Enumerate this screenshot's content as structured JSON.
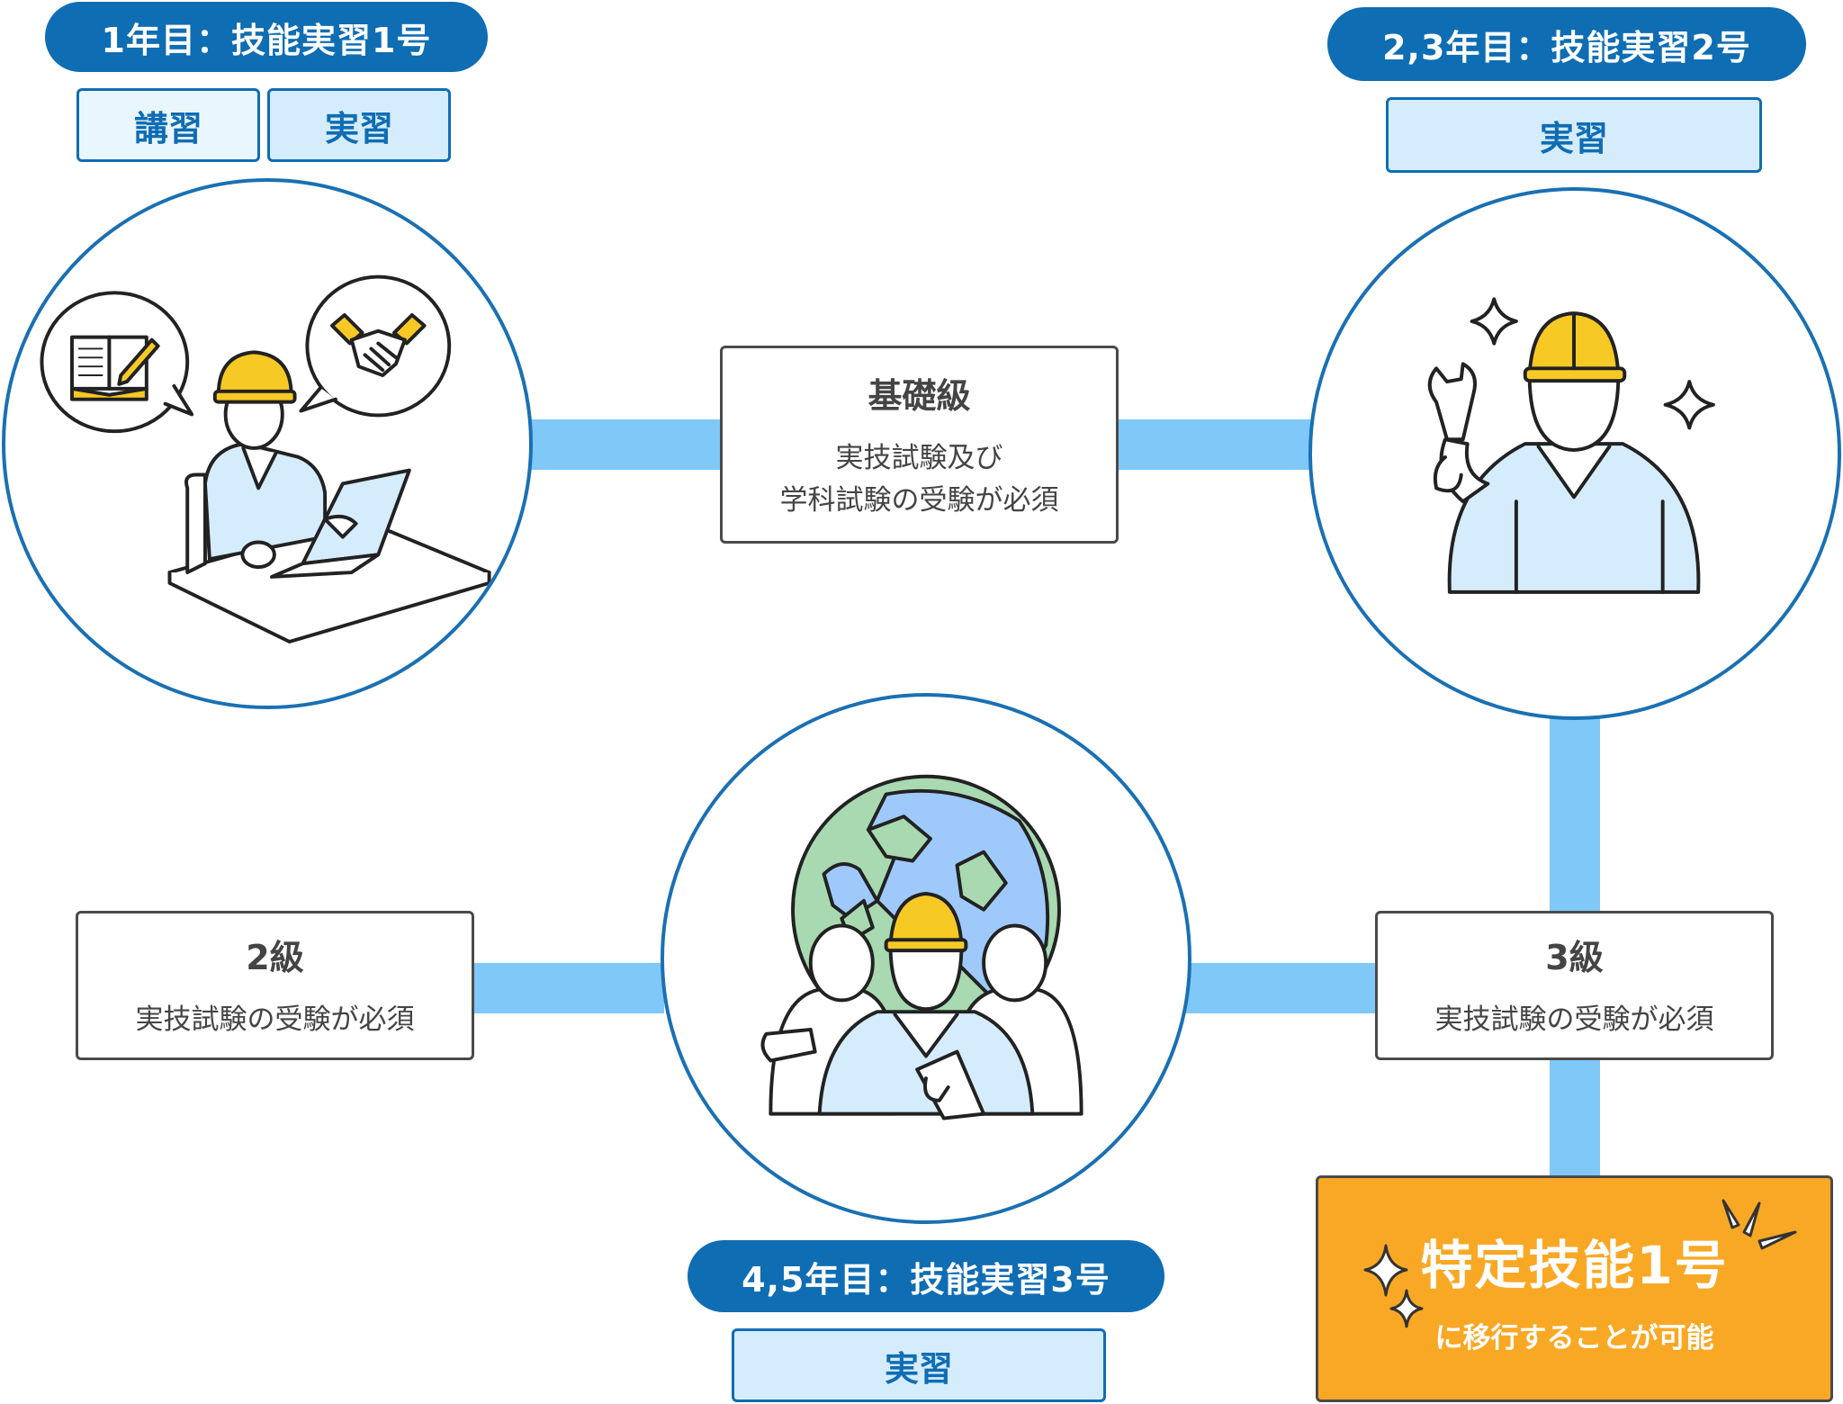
{
  "year1": {
    "title": "1年目：技能実習1号",
    "tags": [
      "講習",
      "実習"
    ]
  },
  "year23": {
    "title": "2,3年目：技能実習2号",
    "tag": "実習"
  },
  "year45": {
    "title": "4,5年目：技能実習3号",
    "tag": "実習"
  },
  "exam_basic": {
    "title": "基礎級",
    "desc": [
      "実技試験及び",
      "学科試験の受験が必須"
    ]
  },
  "exam_3": {
    "title": "3級",
    "desc": "実技試験の受験が必須"
  },
  "exam_2": {
    "title": "2級",
    "desc": "実技試験の受験が必須"
  },
  "goal": {
    "title": "特定技能1号",
    "subtitle": "に移行することが可能"
  },
  "colors": {
    "primary_blue": "#0f6db3",
    "connector_blue": "#7fc8f8",
    "tag_fill": "#d5ecfd",
    "helmet_yellow": "#f7c925",
    "goal_orange": "#f9a825"
  },
  "icons": [
    "worker-at-laptop-icon",
    "book-pen-icon",
    "handshake-icon",
    "worker-with-wrench-icon",
    "sparkle-icon",
    "globe-icon",
    "worker-group-icon"
  ]
}
